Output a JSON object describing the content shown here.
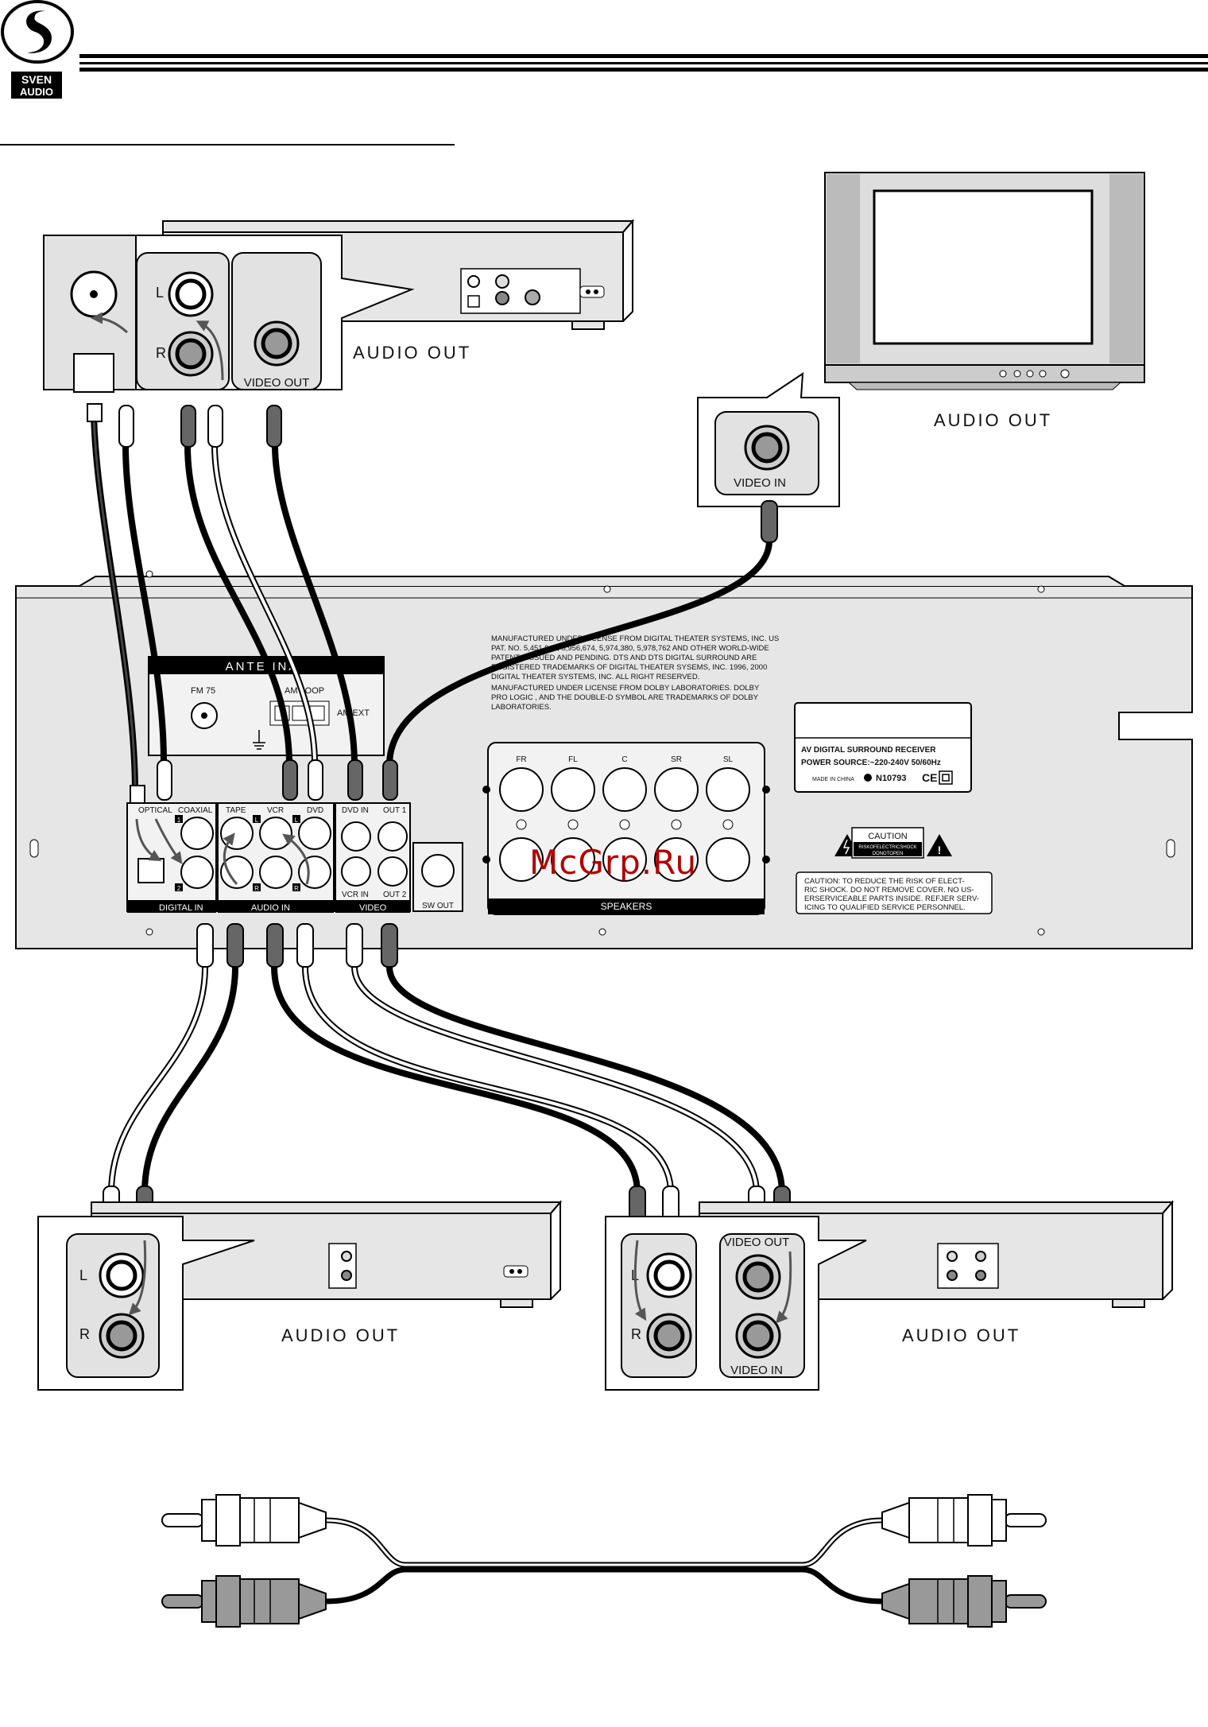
{
  "brand": {
    "line1": "SVEN",
    "line2": "AUDIO"
  },
  "labels": {
    "audio_out": "AUDIO OUT",
    "video_out": "VIDEO OUT",
    "video_in": "VIDEO IN",
    "left": "L",
    "right": "R"
  },
  "receiver": {
    "antenna": "ANTENNA",
    "fm75": "FM 75",
    "am_loop": "AM LOOP",
    "am_ext": "AM EXT",
    "optical": "OPTICAL",
    "coaxial": "COAXIAL",
    "tape": "TAPE",
    "vcr": "VCR",
    "dvd": "DVD",
    "dvd_in": "DVD IN",
    "out1": "OUT 1",
    "vcr_in": "VCR IN",
    "out2": "OUT 2",
    "sw_out": "SW OUT",
    "digital_in": "DIGITAL IN",
    "audio_in": "AUDIO IN",
    "video": "VIDEO",
    "speakers": "SPEAKERS",
    "speaker_channels": [
      "FR",
      "FL",
      "C",
      "SR",
      "SL"
    ],
    "num1": "1",
    "num2": "2",
    "license_dts": [
      "MANUFACTURED UNDER LICENSE FROM DIGITAL THEATER SYSTEMS, INC. US",
      "PAT. NO. 5,451,942, 5,956,674, 5,974,380, 5,978,762 AND OTHER WORLD-WIDE",
      "PATENTS ISSUED AND PENDING.  DTS  AND  DTS DIGITAL SURROUND  ARE",
      "REGISTERED TRADEMARKS OF DIGITAL THEATER SYSEMS, INC.      1996, 2000",
      "DIGITAL THEATER SYSTEMS, INC.  ALL RIGHT RESERVED."
    ],
    "license_dolby": [
      "MANUFACTURED UNDER LICENSE FROM DOLBY LABORATORIES.  DOLBY",
      "   PRO LOGIC  , AND THE DOUBLE-D SYMBOL ARE TRADEMARKS OF DOLBY",
      "LABORATORIES."
    ],
    "model": "AV DIGITAL SURROUND RECEIVER",
    "power": "POWER SOURCE:~220-240V 50/60Hz",
    "made_in": "MADE IN CHINA",
    "cert": "N10793",
    "caution_title": "CAUTION",
    "caution_sub1": "RISKOFELECTRICSHOCK",
    "caution_sub2": "DONOTOPEN",
    "caution_text": [
      "CAUTION: TO REDUCE THE RISK OF ELECT-",
      "RIC SHOCK. DO NOT REMOVE COVER. NO US-",
      "ERSERVICEABLE PARTS INSIDE. REFJER SERV-",
      "ICING TO QUALIFIED SERVICE PERSONNEL."
    ]
  },
  "watermark": "McGrp.Ru"
}
